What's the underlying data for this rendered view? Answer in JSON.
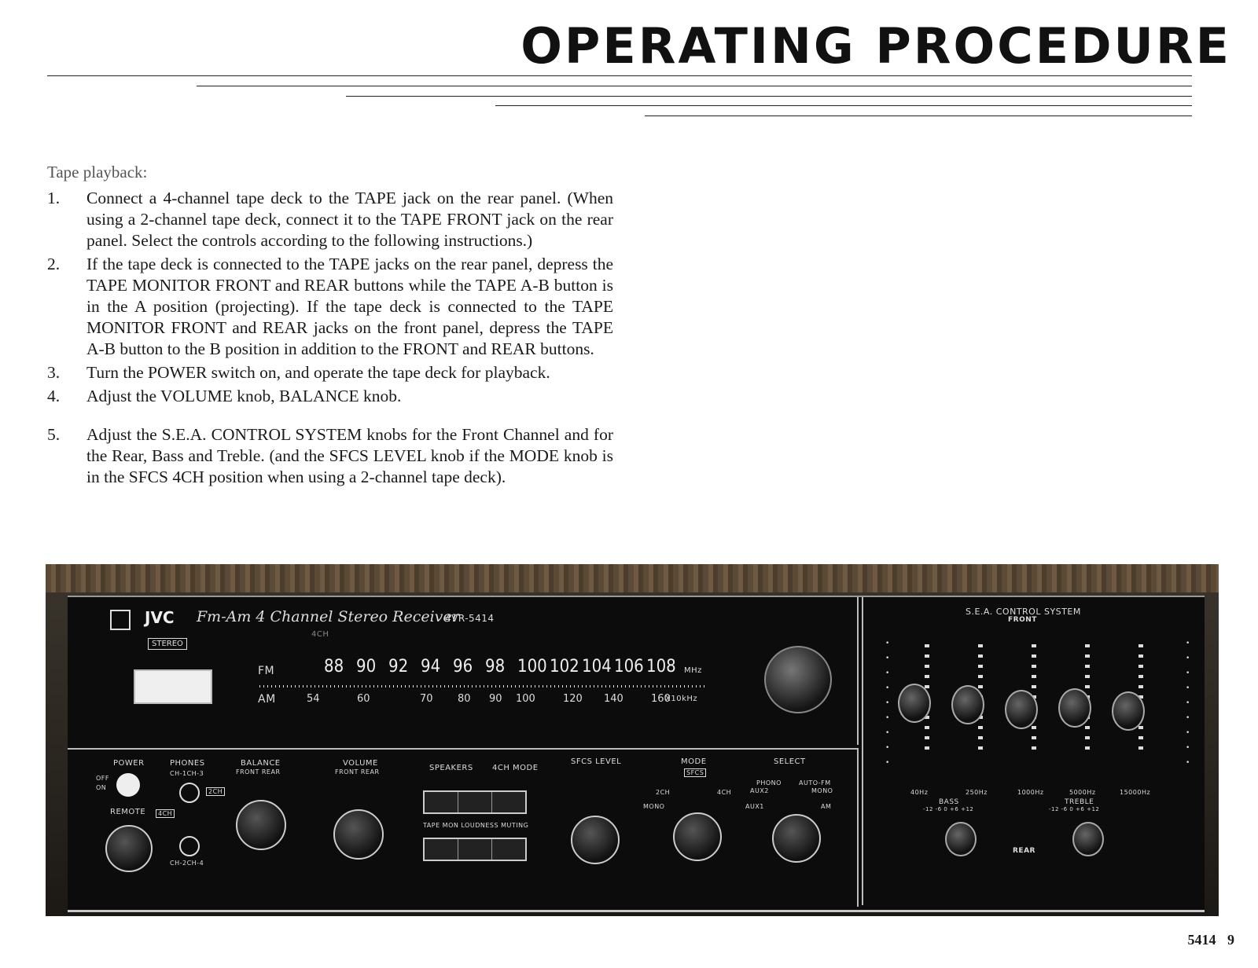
{
  "page": {
    "title": "OPERATING PROCEDURE",
    "section_heading": "Tape playback:",
    "steps": [
      {
        "num": "1.",
        "text": "Connect a 4-channel tape deck to the TAPE jack on the rear panel. (When using a 2-channel tape deck, connect it to the TAPE FRONT jack on the rear panel. Select the controls according to the following instructions.)"
      },
      {
        "num": "2.",
        "text": "If the tape deck is connected to the TAPE jacks on the rear panel, depress the TAPE MONITOR FRONT and REAR buttons while the TAPE A-B button is in the A position (projecting). If the tape deck is connected to the TAPE MONITOR FRONT and REAR jacks on the front panel, depress the TAPE A-B button to the B position in addition to the FRONT and REAR buttons."
      },
      {
        "num": "3.",
        "text": "Turn the POWER switch on, and operate the tape deck for playback."
      },
      {
        "num": "4.",
        "text": "Adjust the VOLUME knob, BALANCE knob."
      },
      {
        "num": "5.",
        "text": "Adjust the S.E.A. CONTROL SYSTEM knobs for the Front Channel and for the Rear, Bass and Treble. (and the SFCS LEVEL knob if the MODE knob is in the SFCS 4CH position when using a 2-channel tape deck)."
      }
    ],
    "footer": {
      "model": "5414",
      "page_number": "9"
    }
  },
  "receiver": {
    "brand": "JVC",
    "script_name": "Fm-Am 4 Channel Stereo Receiver",
    "model": "4VR-5414",
    "indicator_4ch": "4CH",
    "stereo": "STEREO",
    "fm_label": "FM",
    "am_label": "AM",
    "fm_scale": [
      "88",
      "90",
      "92",
      "94",
      "96",
      "98",
      "100",
      "102",
      "104",
      "106",
      "108"
    ],
    "fm_unit": "MHz",
    "am_scale": [
      "54",
      "60",
      "70",
      "80",
      "90",
      "100",
      "120",
      "140",
      "160"
    ],
    "am_unit": "X10kHz",
    "labels": {
      "power": "POWER",
      "off": "OFF",
      "on": "ON",
      "phones": "PHONES",
      "ch13": "CH-1CH-3",
      "ch2": "2CH",
      "ch4": "4CH",
      "ch24": "CH-2CH-4",
      "remote": "REMOTE",
      "balance": "BALANCE",
      "front_rear": "FRONT REAR",
      "volume": "VOLUME",
      "speakers": "SPEAKERS",
      "four_ch_mode": "4CH MODE",
      "tape_mon": "TAPE MON LOUDNESS MUTING",
      "sfcs_level": "SFCS LEVEL",
      "mode": "MODE",
      "select": "SELECT",
      "sfcs": "SFCS",
      "mono": "MONO",
      "phono": "PHONO",
      "aux1": "AUX1",
      "aux2": "AUX2",
      "auto_fm": "AUTO-FM",
      "am": "AM",
      "sea_title": "S.E.A. CONTROL SYSTEM",
      "front": "FRONT",
      "rear": "REAR",
      "bass": "BASS",
      "treble": "TREBLE"
    },
    "sea_freqs": [
      "40Hz",
      "250Hz",
      "1000Hz",
      "5000Hz",
      "15000Hz"
    ],
    "rear_scale": "-12 -6 0 +6 +12"
  }
}
